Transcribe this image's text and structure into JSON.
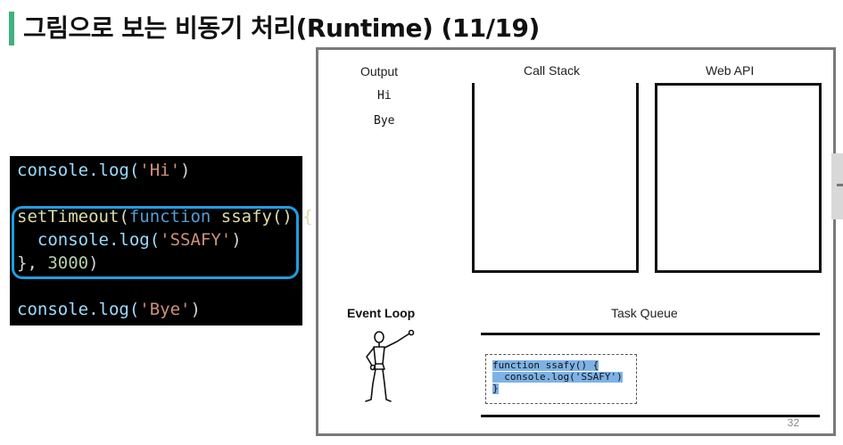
{
  "slide": {
    "title": "그림으로 보는 비동기 처리(Runtime) (11/19)",
    "page_number": "32"
  },
  "code": {
    "lines": [
      {
        "fn": "console.log(",
        "str": "'Hi'",
        "end": ")"
      },
      {
        "kw_pre": "setTimeout(",
        "kw": "function",
        "fn": " ssafy() {"
      },
      {
        "fn": "  console.log(",
        "str": "'SSAFY'",
        "end": ")"
      },
      {
        "pre": "}, ",
        "num": "3000",
        "end": ")"
      },
      {
        "fn": "console.log(",
        "str": "'Bye'",
        "end": ")"
      }
    ]
  },
  "diagram": {
    "output_label": "Output",
    "output_lines": [
      "Hi",
      "Bye"
    ],
    "call_stack_label": "Call Stack",
    "web_api_label": "Web API",
    "event_loop_label": "Event Loop",
    "task_queue_label": "Task Queue",
    "task_queue_items": [
      [
        "function ssafy() {",
        "  console.log('SSAFY')",
        "}"
      ]
    ]
  },
  "colors": {
    "title_accent": "#3fb27f",
    "highlight_border": "#1e9ee0",
    "task_highlight": "#7eb2e6",
    "code_bg": "#000000"
  },
  "icons": [
    "wooden-mannequin-figure"
  ]
}
